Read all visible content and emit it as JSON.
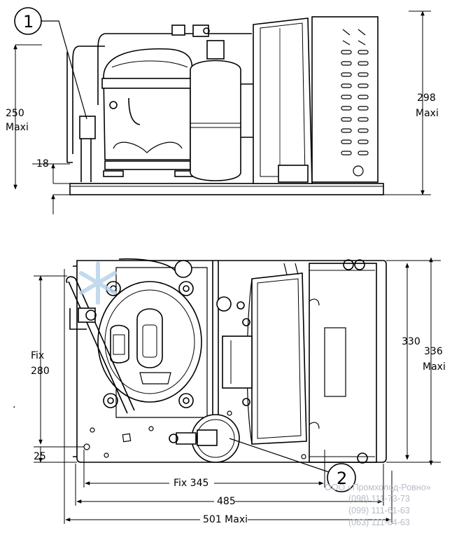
{
  "callouts": [
    "1",
    "2"
  ],
  "top_view": {
    "height_label": [
      "250",
      "Maxi"
    ],
    "base_label": "18",
    "total_label": [
      "298",
      "Maxi"
    ]
  },
  "bottom_view": {
    "fix_v_label": [
      "Fix",
      "280"
    ],
    "offset_label": "25",
    "inner_h_label": "330",
    "outer_h_label": [
      "336",
      "Maxi"
    ],
    "fix_h_label": "Fix 345",
    "width_label": "485",
    "max_width_label": "501 Maxi"
  },
  "watermark": {
    "company": "ООО «Промхолод-Ровно»",
    "phones": [
      "(098) 111-73-73",
      "(099) 111-61-63",
      "(063) 111-64-63"
    ]
  }
}
